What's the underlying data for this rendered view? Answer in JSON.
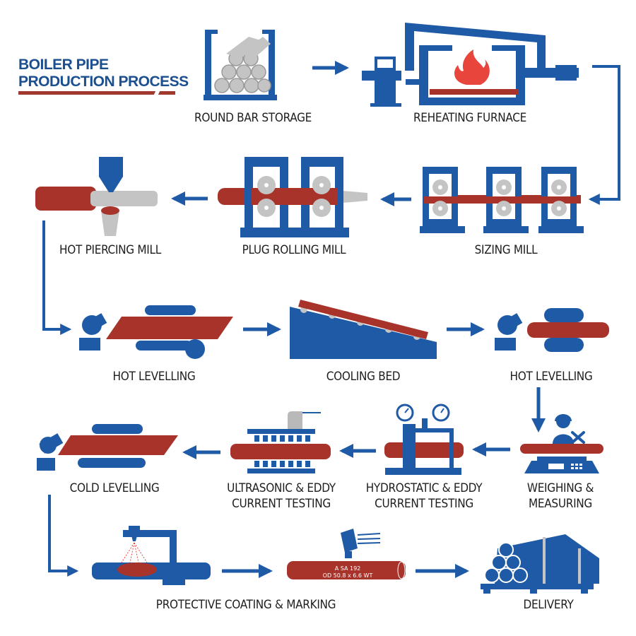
{
  "title": {
    "line1": "BOILER PIPE",
    "line2": "PRODUCTION PROCESS"
  },
  "colors": {
    "blue": "#1f5aa6",
    "red": "#a8332b",
    "gray": "#b9b9b9",
    "flame": "#e8463c",
    "text": "#1e1e1e",
    "title": "#1b4f8f"
  },
  "steps": [
    {
      "id": "round-bar-storage",
      "label": "ROUND BAR STORAGE",
      "icon": "bar-rack-icon"
    },
    {
      "id": "reheating-furnace",
      "label": "REHEATING FURNACE",
      "icon": "furnace-icon"
    },
    {
      "id": "sizing-mill",
      "label": "SIZING MILL",
      "icon": "sizing-mill-icon"
    },
    {
      "id": "plug-rolling-mill",
      "label": "PLUG ROLLING MILL",
      "icon": "plug-rolling-mill-icon"
    },
    {
      "id": "hot-piercing-mill",
      "label": "HOT PIERCING MILL",
      "icon": "piercing-mill-icon"
    },
    {
      "id": "hot-levelling-1",
      "label": "HOT LEVELLING",
      "icon": "leveller-icon"
    },
    {
      "id": "cooling-bed",
      "label": "COOLING BED",
      "icon": "cooling-bed-icon"
    },
    {
      "id": "hot-levelling-2",
      "label": "HOT LEVELLING",
      "icon": "leveller-icon"
    },
    {
      "id": "weighing-measuring",
      "label_line1": "WEIGHING &",
      "label_line2": "MEASURING",
      "icon": "weighing-scale-icon"
    },
    {
      "id": "hydrostatic-eddy",
      "label_line1": "HYDROSTATIC & EDDY",
      "label_line2": "CURRENT TESTING",
      "icon": "pressure-gauge-icon"
    },
    {
      "id": "ultrasonic-eddy",
      "label_line1": "ULTRASONIC & EDDY",
      "label_line2": "CURRENT TESTING",
      "icon": "ultrasonic-probe-icon"
    },
    {
      "id": "cold-levelling",
      "label": "COLD LEVELLING",
      "icon": "leveller-icon"
    },
    {
      "id": "protective-coating-marking",
      "label": "PROTECTIVE COATING & MARKING",
      "icon": "spray-marking-icon"
    },
    {
      "id": "delivery",
      "label": "DELIVERY",
      "icon": "pipe-bundle-icon"
    }
  ],
  "marking": {
    "line1": "A SA 192",
    "line2": "OD 50.8 x 6.6 WT"
  },
  "flow": [
    "round-bar-storage",
    "reheating-furnace",
    "sizing-mill",
    "plug-rolling-mill",
    "hot-piercing-mill",
    "hot-levelling-1",
    "cooling-bed",
    "hot-levelling-2",
    "weighing-measuring",
    "hydrostatic-eddy",
    "ultrasonic-eddy",
    "cold-levelling",
    "protective-coating-marking",
    "delivery"
  ]
}
